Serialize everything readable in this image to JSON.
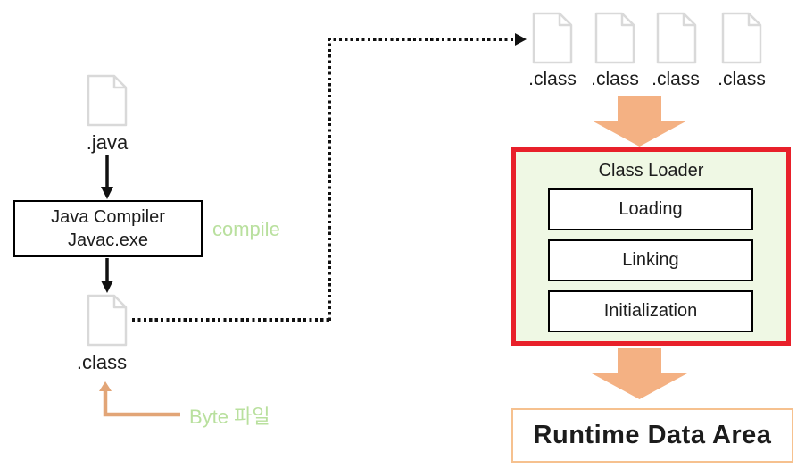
{
  "diagram": {
    "java_label": ".java",
    "compiler": {
      "line1": "Java Compiler",
      "line2": "Javac.exe"
    },
    "compile_label": "compile",
    "class_label": ".class",
    "byte_label": "Byte 파일",
    "class_files": [
      ".class",
      ".class",
      ".class",
      ".class"
    ],
    "class_loader": {
      "title": "Class Loader",
      "steps": [
        "Loading",
        "Linking",
        "Initialization"
      ]
    },
    "runtime_label": "Runtime Data Area",
    "colors": {
      "file_icon_gray": "#d9d9d9",
      "green_text": "#b9e09e",
      "loader_fill": "#eff8e4",
      "loader_border_red": "#e8202a",
      "block_arrow_orange": "#f4b183",
      "byte_arrow_tan": "#e2a577",
      "runtime_border_orange": "#f6c18f",
      "connector_black": "#111111"
    }
  }
}
